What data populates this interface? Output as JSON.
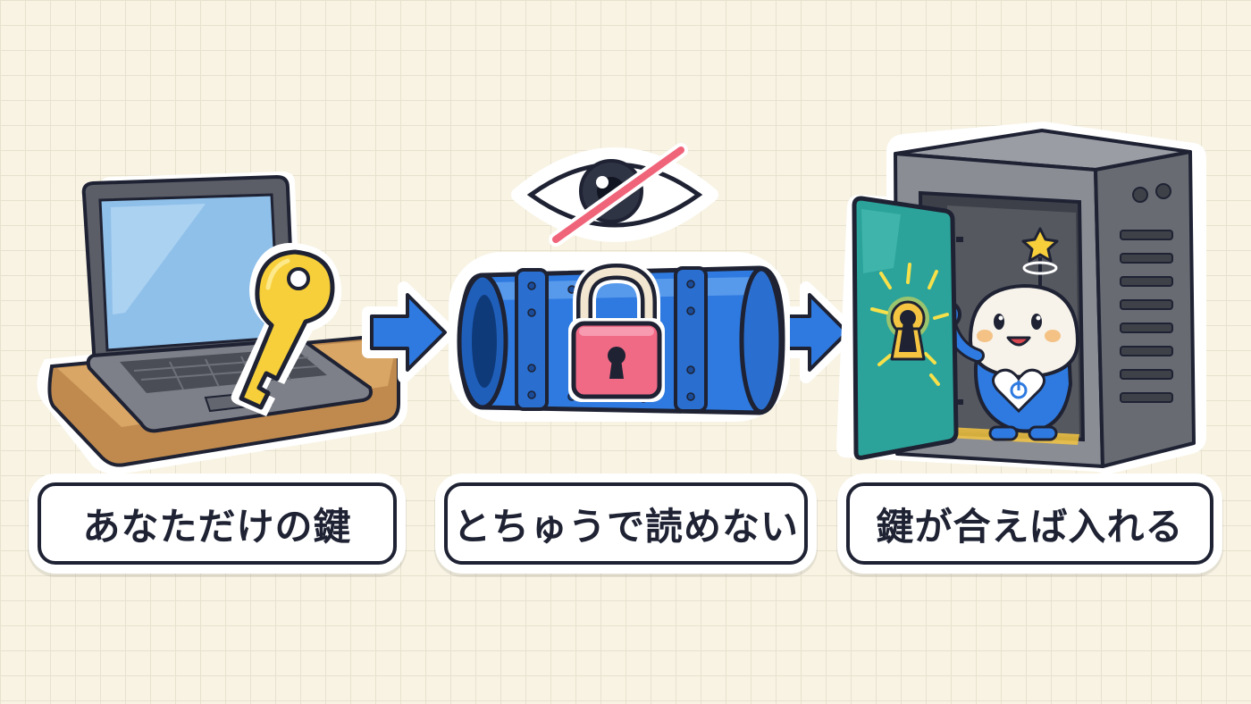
{
  "steps": [
    {
      "label": "あなただけの鍵"
    },
    {
      "label": "とちゅうで読めない"
    },
    {
      "label": "鍵が合えば入れる"
    }
  ],
  "colors": {
    "background": "#f8f3e3",
    "grid": "#e7e1cf",
    "outline": "#1e2233",
    "laptop_screen": "#8fc0ea",
    "key": "#f7cf3a",
    "pipe": "#2e7ae0",
    "padlock": "#f06a86",
    "strike": "#f0647a",
    "server": "#7d8086",
    "door": "#2ba39a",
    "mascot": "#2e7ae0"
  },
  "icons": [
    "laptop-icon",
    "key-icon",
    "arrow-right-icon",
    "pipe-icon",
    "padlock-icon",
    "eye-slash-icon",
    "server-safe-icon",
    "keyhole-icon",
    "mascot-robot-icon"
  ]
}
